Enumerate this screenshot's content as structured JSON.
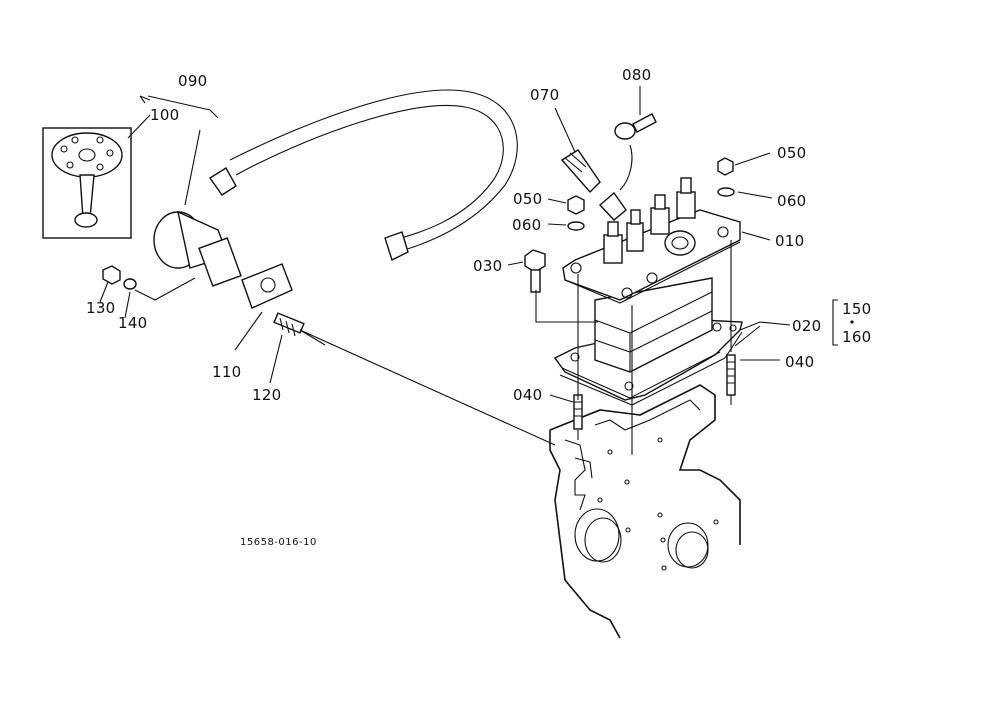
{
  "diagram": {
    "drawing_code": "15658-016-10",
    "labels": {
      "p010": "010",
      "p020": "020",
      "p030": "030",
      "p040a": "040",
      "p040b": "040",
      "p050a": "050",
      "p050b": "050",
      "p060a": "060",
      "p060b": "060",
      "p070": "070",
      "p080": "080",
      "p090": "090",
      "p100": "100",
      "p110": "110",
      "p120": "120",
      "p130": "130",
      "p140": "140",
      "p150": "150",
      "p160": "160"
    }
  }
}
